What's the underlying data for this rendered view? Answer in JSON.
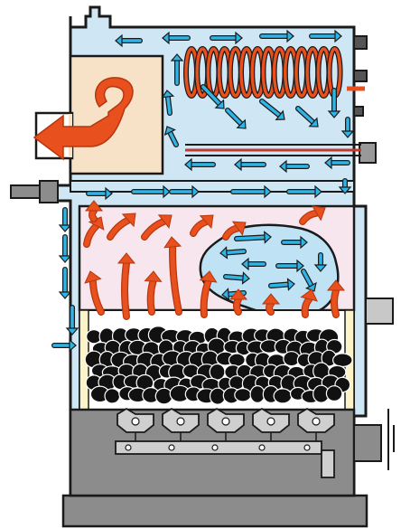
{
  "figure": {
    "subject": "boiler-cutaway",
    "colors": {
      "outline": "#1a1a1a",
      "water_jacket": "#cfe6f5",
      "water_arrow": "#2fb4e6",
      "combustion_chamber": "#f8e6ee",
      "hot_gas_arrow": "#e8501e",
      "flue_box": "#f7e2c8",
      "coil": "#e8501e",
      "ash_pit": "#8c8c8c",
      "grate": "#cfcfcf",
      "coal": "#111111",
      "water_pocket": "#bfe2f4"
    },
    "components": {
      "flue_outlet_arrow": "hot-gas-arrow",
      "heat_exchanger_coil": "coil-pipe",
      "water_flow_arrows": "water-arrow",
      "hot_gas_arrows": "hot-gas-arrow",
      "fuel_bed": "coal-lumps",
      "grate_bars": "grate",
      "ash_pit": "ash-door"
    }
  }
}
